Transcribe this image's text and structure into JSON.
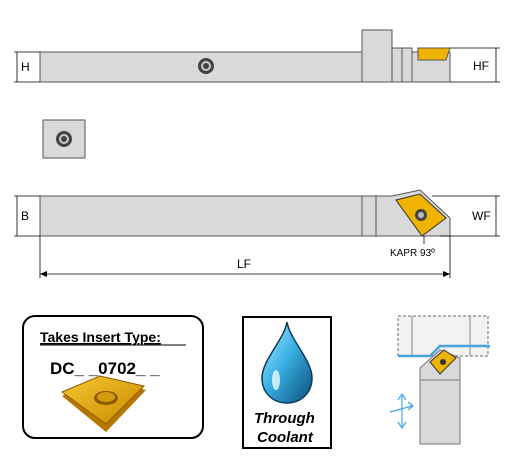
{
  "dimensions": {
    "h": "H",
    "hf": "HF",
    "b": "B",
    "wf": "WF",
    "lf": "LF",
    "kapr": "KAPR 93º"
  },
  "insert_box": {
    "title": "Takes Insert Type:",
    "code": "DC_ _0702_ _"
  },
  "coolant_box": {
    "line1": "Through",
    "line2": "Coolant"
  },
  "colors": {
    "body": "#d9d9d9",
    "insert": "#f0b400",
    "coolant": "#2a9fd6"
  }
}
